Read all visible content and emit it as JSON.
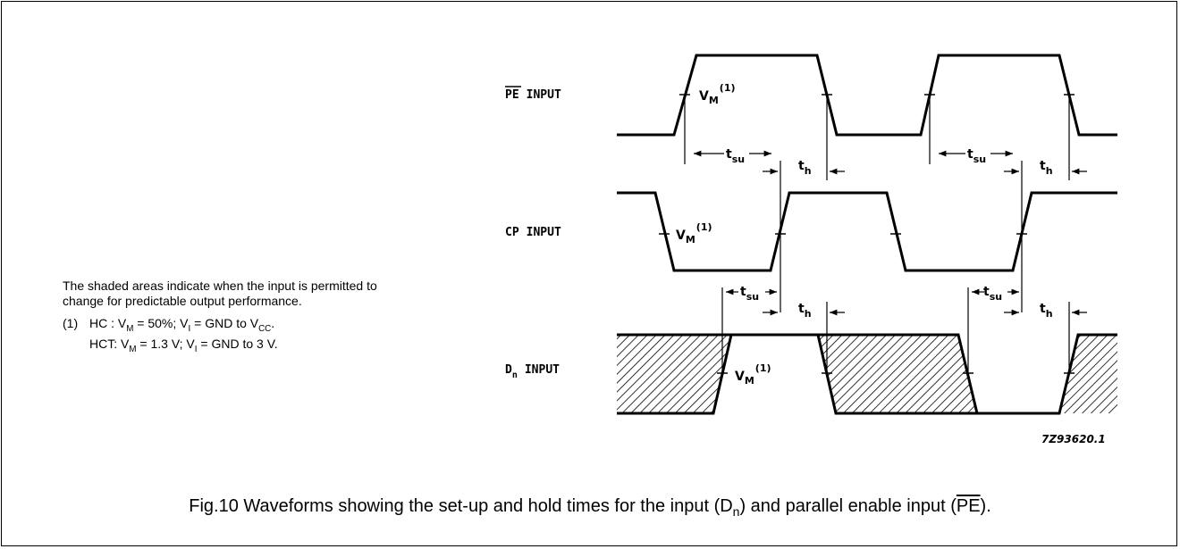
{
  "signals": {
    "pe": {
      "name": "PE",
      "suffix": "INPUT"
    },
    "cp": {
      "name": "CP",
      "suffix": "INPUT"
    },
    "dn": {
      "name": "D",
      "sub": "n",
      "suffix": "INPUT"
    }
  },
  "vm": {
    "base": "V",
    "sub": "M",
    "sup": "(1)"
  },
  "timing": {
    "tsu": {
      "base": "t",
      "sub": "su"
    },
    "th": {
      "base": "t",
      "sub": "h"
    }
  },
  "drawing_code": "7Z93620.1",
  "notes": {
    "shaded_text": "The shaded areas indicate when the input is permitted to change for predictable output performance.",
    "footnote_num": "(1)",
    "line1": {
      "a": "HC  : V",
      "a_sub": "M",
      "b": " = 50%; V",
      "b_sub": "I",
      "c": "  = GND to V",
      "c_sub": "CC",
      "d": "."
    },
    "line2": {
      "a": "HCT: V",
      "a_sub": "M",
      "b": " = 1.3 V; V",
      "b_sub": "I",
      "c": " = GND to 3 V."
    }
  },
  "caption": {
    "pre": "Fig.10  Waveforms showing the set-up and hold times for the input (D",
    "sub": "n",
    "mid": ") and parallel enable input (",
    "ovl": "PE",
    "post": ")."
  }
}
